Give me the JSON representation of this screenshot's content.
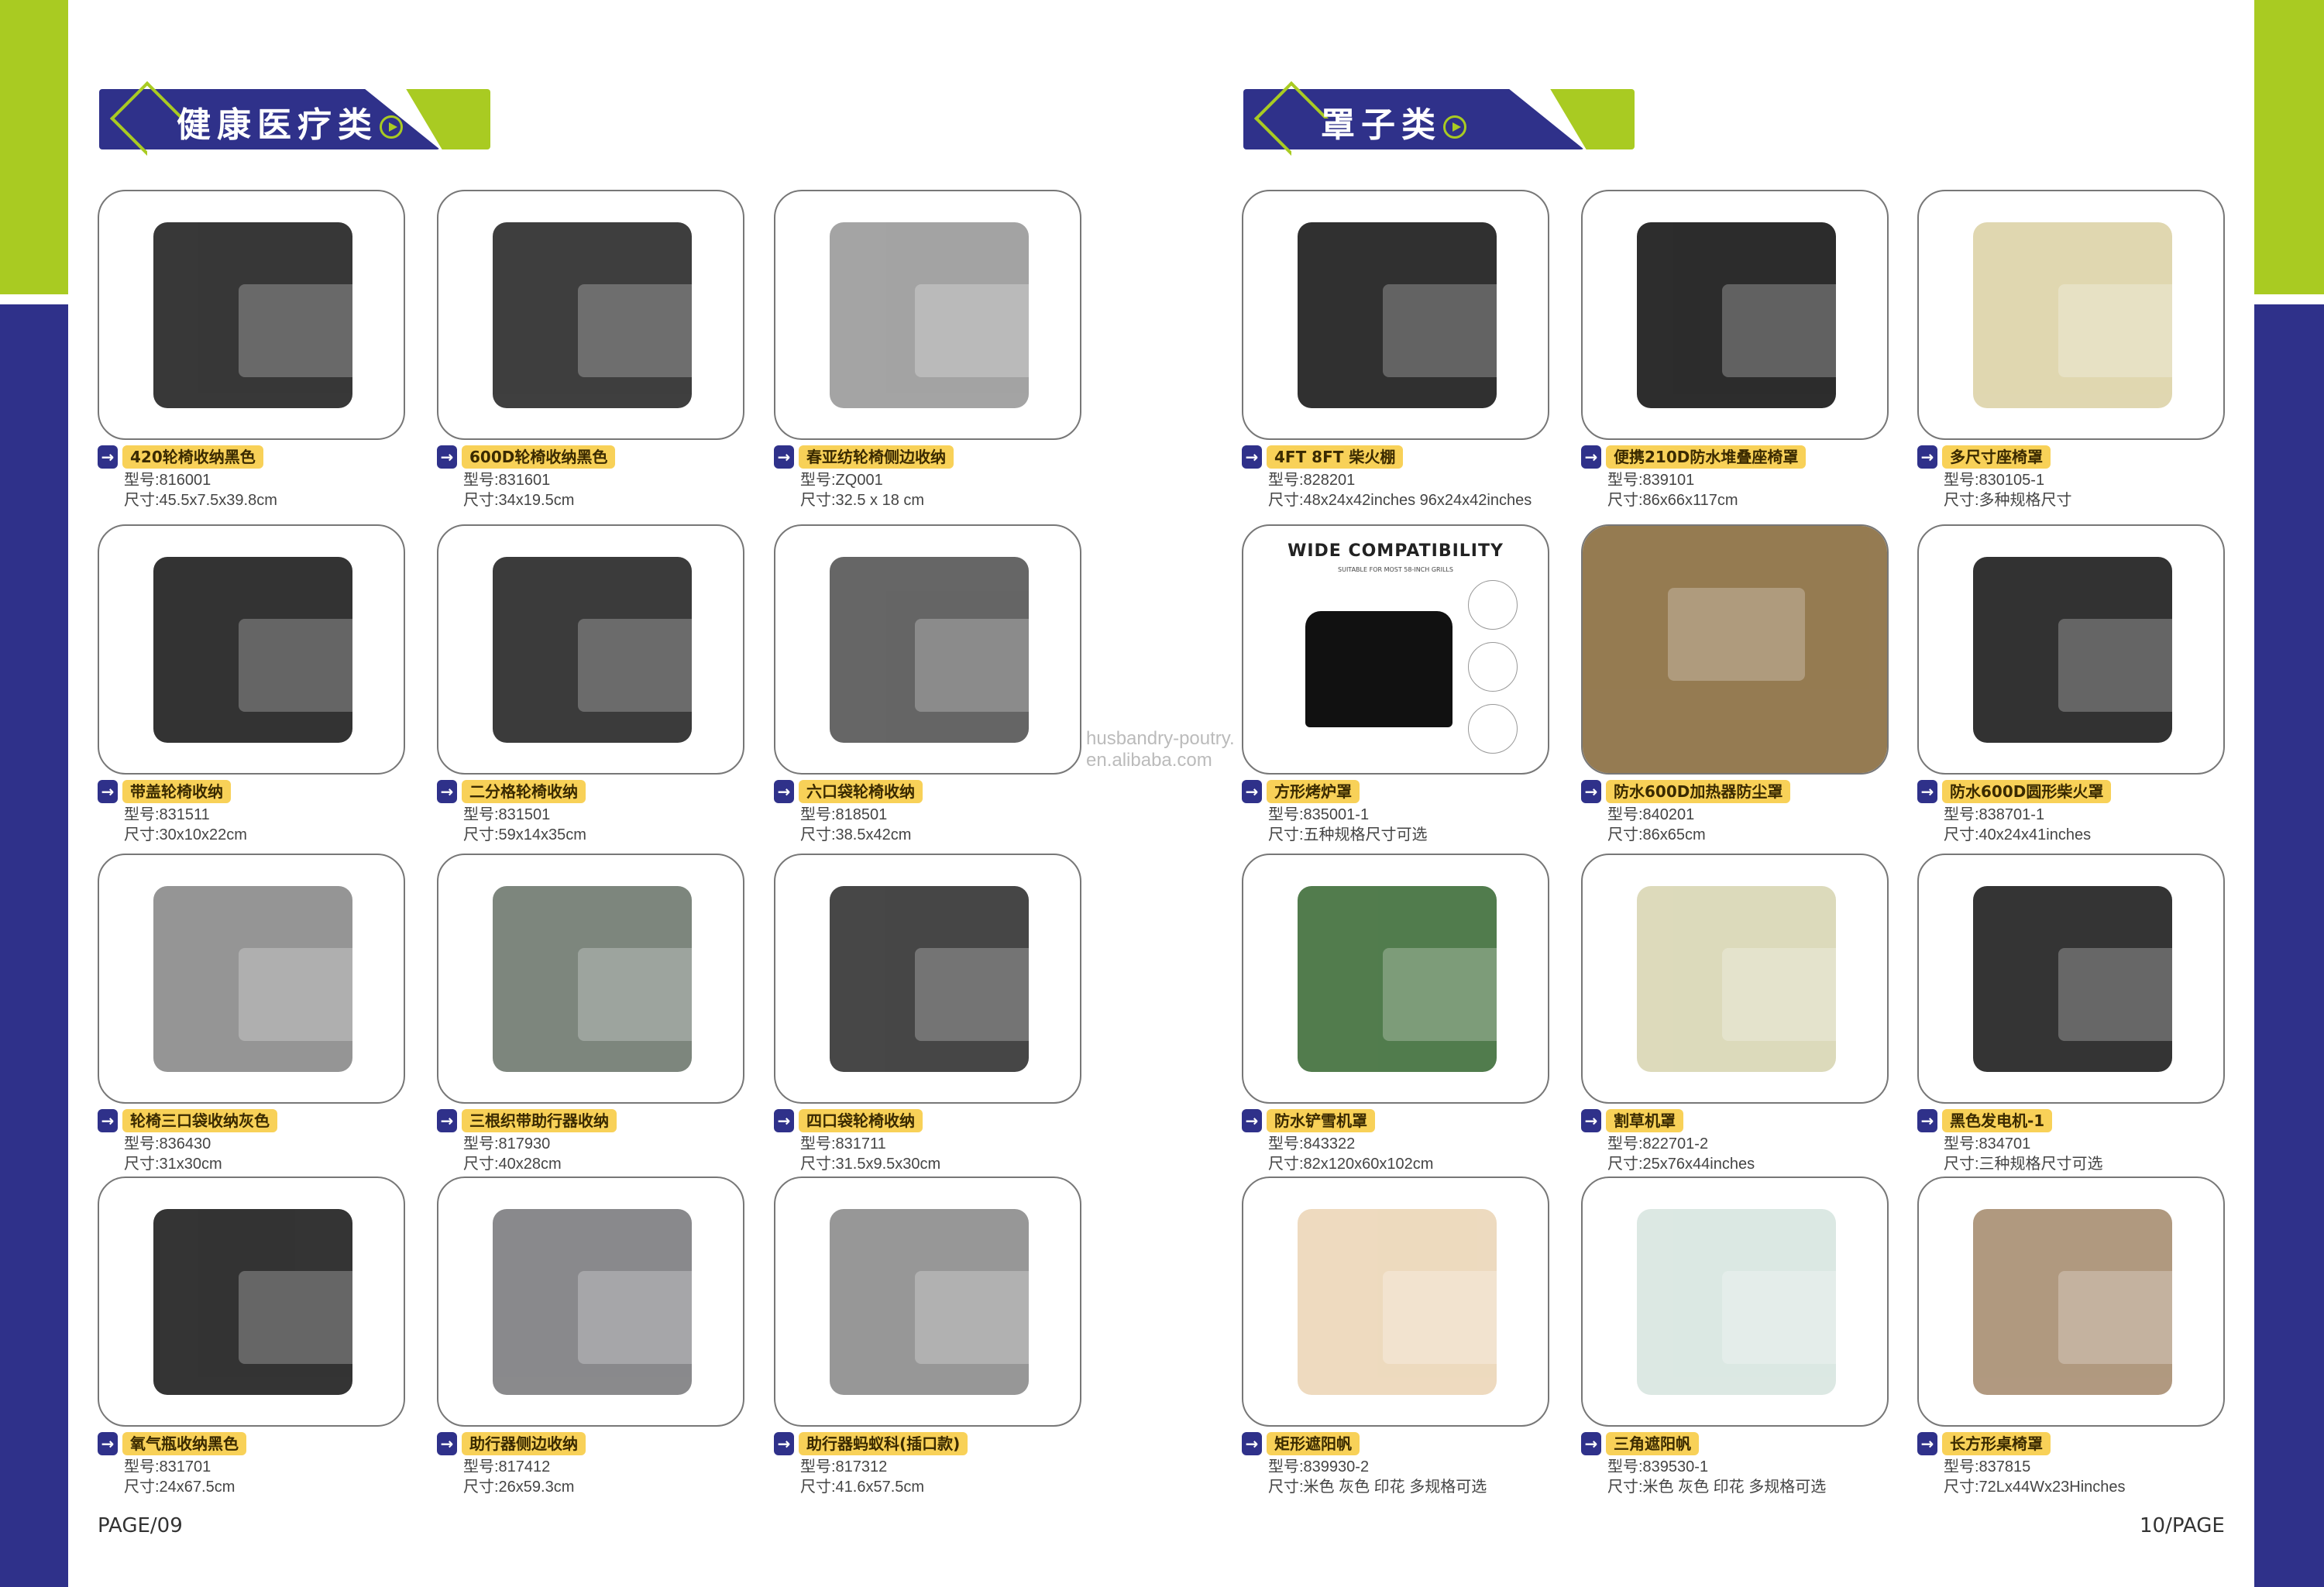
{
  "colors": {
    "blue": "#2f318a",
    "green": "#a9cb22",
    "label": "#f8d158"
  },
  "left": {
    "title": "健康医疗类",
    "page": "PAGE/09",
    "products": [
      {
        "name": "420轮椅收纳黑色",
        "model": "型号:816001",
        "size": "尺寸:45.5x7.5x39.8cm",
        "tone": "#222222"
      },
      {
        "name": "600D轮椅收纳黑色",
        "model": "型号:831601",
        "size": "尺寸:34x19.5cm",
        "tone": "#2a2a2a"
      },
      {
        "name": "春亚纺轮椅侧边收纳",
        "model": "型号:ZQ001",
        "size": "尺寸:32.5 x 18 cm",
        "tone": "#9a9a9a"
      },
      {
        "name": "带盖轮椅收纳",
        "model": "型号:831511",
        "size": "尺寸:30x10x22cm",
        "tone": "#1d1d1d"
      },
      {
        "name": "二分格轮椅收纳",
        "model": "型号:831501",
        "size": "尺寸:59x14x35cm",
        "tone": "#262626"
      },
      {
        "name": "六口袋轮椅收纳",
        "model": "型号:818501",
        "size": "尺寸:38.5x42cm",
        "tone": "#555555"
      },
      {
        "name": "轮椅三口袋收纳灰色",
        "model": "型号:836430",
        "size": "尺寸:31x30cm",
        "tone": "#8a8a8a"
      },
      {
        "name": "三根织带助行器收纳",
        "model": "型号:817930",
        "size": "尺寸:40x28cm",
        "tone": "#6f7a70"
      },
      {
        "name": "四口袋轮椅收纳",
        "model": "型号:831711",
        "size": "尺寸:31.5x9.5x30cm",
        "tone": "#333333"
      },
      {
        "name": "氧气瓶收纳黑色",
        "model": "型号:831701",
        "size": "尺寸:24x67.5cm",
        "tone": "#1e1e1e"
      },
      {
        "name": "助行器侧边收纳",
        "model": "型号:817412",
        "size": "尺寸:26x59.3cm",
        "tone": "#7d7d80"
      },
      {
        "name": "助行器蚂蚁科(插口款)",
        "model": "型号:817312",
        "size": "尺寸:41.6x57.5cm",
        "tone": "#8c8c8c"
      }
    ]
  },
  "right": {
    "title": "罩子类",
    "page": "10/PAGE",
    "products": [
      {
        "name": "4FT 8FT 柴火棚",
        "model": "型号:828201",
        "size": "尺寸:48x24x42inches 96x24x42inches",
        "tone": "#1a1a1a"
      },
      {
        "name": "便携210D防水堆叠座椅罩",
        "model": "型号:839101",
        "size": "尺寸:86x66x117cm",
        "tone": "#161616"
      },
      {
        "name": "多尺寸座椅罩",
        "model": "型号:830105-1",
        "size": "尺寸:多种规格尺寸",
        "tone": "#ddd3a8"
      },
      {
        "name": "方形烤炉罩",
        "model": "型号:835001-1",
        "size": "尺寸:五种规格尺寸可选",
        "tone": "#ffffff"
      },
      {
        "name": "防水600D加热器防尘罩",
        "model": "型号:840201",
        "size": "尺寸:86x65cm",
        "tone": "#8a6d3f"
      },
      {
        "name": "防水600D圆形柴火罩",
        "model": "型号:838701-1",
        "size": "尺寸:40x24x41inches",
        "tone": "#1c1c1c"
      },
      {
        "name": "防水铲雪机罩",
        "model": "型号:843322",
        "size": "尺寸:82x120x60x102cm",
        "tone": "#3f6e3a"
      },
      {
        "name": "割草机罩",
        "model": "型号:822701-2",
        "size": "尺寸:25x76x44inches",
        "tone": "#d9d6b4"
      },
      {
        "name": "黑色发电机-1",
        "model": "型号:834701",
        "size": "尺寸:三种规格尺寸可选",
        "tone": "#1f1f1f"
      },
      {
        "name": "矩形遮阳帆",
        "model": "型号:839930-2",
        "size": "尺寸:米色 灰色 印花 多规格可选",
        "tone": "#ecd6b8"
      },
      {
        "name": "三角遮阳帆",
        "model": "型号:839530-1",
        "size": "尺寸:米色 灰色 印花 多规格可选",
        "tone": "#d8e6e0"
      },
      {
        "name": "长方形桌椅罩",
        "model": "型号:837815",
        "size": "尺寸:72Lx44Wx23Hinches",
        "tone": "#a88e72"
      }
    ]
  },
  "grill_image": {
    "title": "WIDE COMPATIBILITY",
    "subtitle": "SUITABLE FOR MOST 58-INCH GRILLS"
  },
  "watermark": "husbandry-poutry.en.alibaba.com"
}
